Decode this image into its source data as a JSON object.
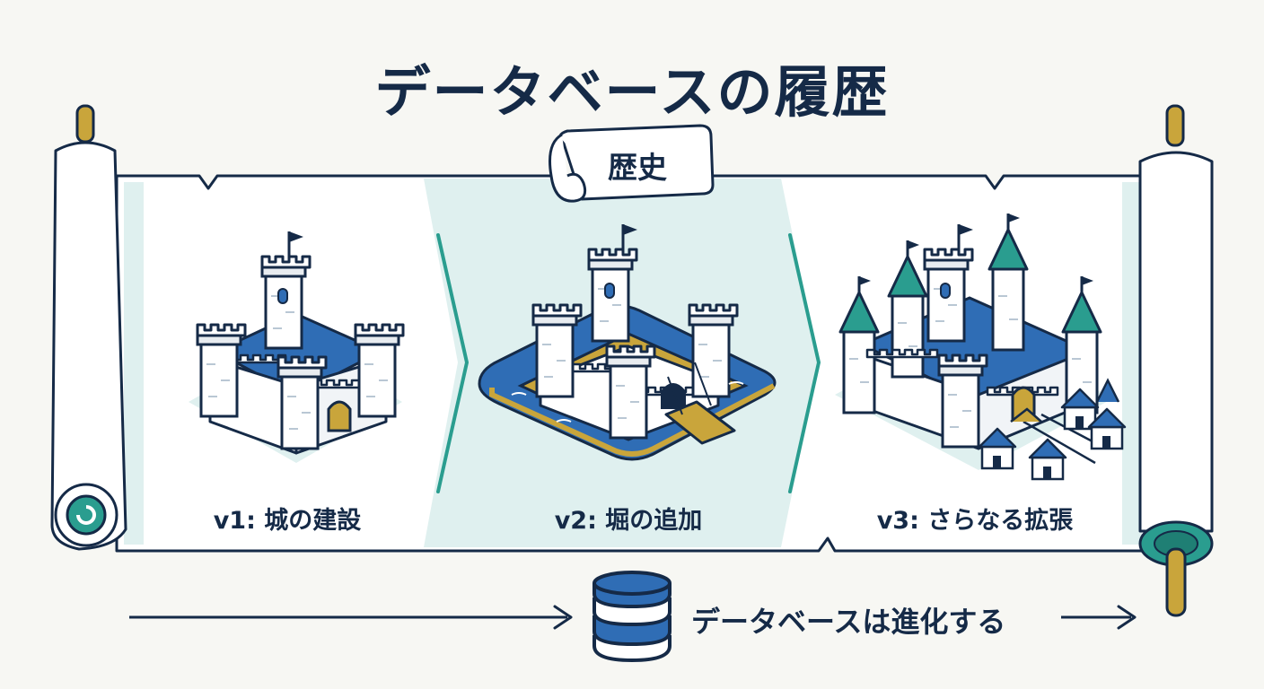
{
  "title": "データベースの履歴",
  "tag_label": "歴史",
  "stages": [
    {
      "label": "v1: 城の建設",
      "icon": "castle-basic-icon"
    },
    {
      "label": "v2: 堀の追加",
      "icon": "castle-moat-icon"
    },
    {
      "label": "v3: さらなる拡張",
      "icon": "castle-expanded-icon"
    }
  ],
  "footer": {
    "text": "データベースは進化する",
    "icon": "database-icon"
  },
  "colors": {
    "ink": "#152a47",
    "teal": "#2a9d8f",
    "light_teal": "#dff0ef",
    "blue": "#2f6db5",
    "gold": "#c9a53b",
    "paper": "#ffffff",
    "background": "#f7f7f3"
  }
}
